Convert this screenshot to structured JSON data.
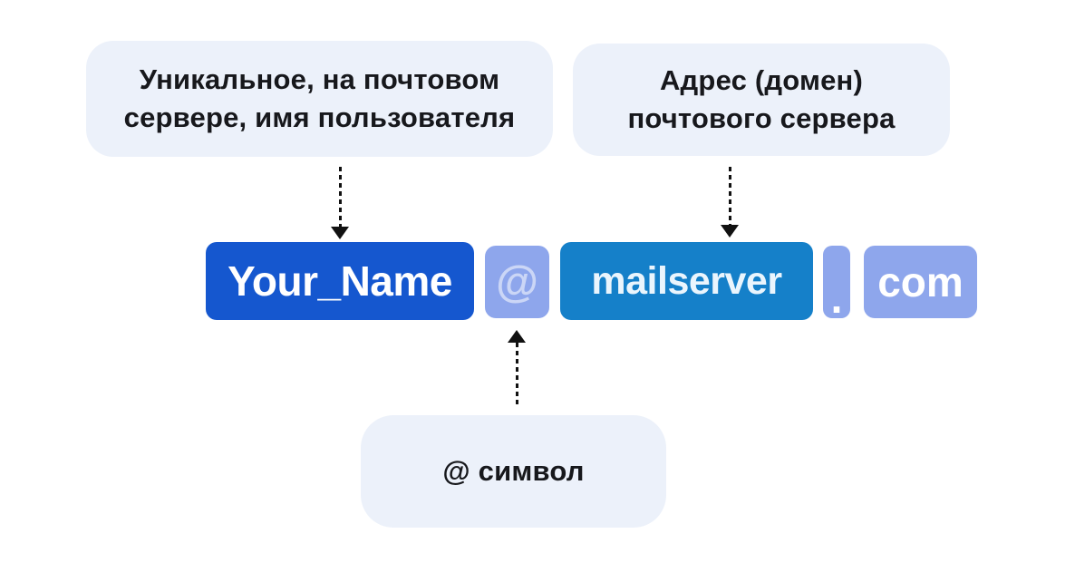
{
  "callouts": {
    "username": {
      "line1": "Уникальное, на почтовом",
      "line2": "сервере, имя пользователя"
    },
    "domain": {
      "line1": "Адрес (домен)",
      "line2": "почтового сервера"
    },
    "at_symbol": {
      "label": "@ символ"
    }
  },
  "email_parts": {
    "local": "Your_Name",
    "at": "@",
    "server": "mailserver",
    "separator": ".",
    "tld": "com"
  },
  "colors": {
    "local_box": "#1557CF",
    "server_box": "#1580C9",
    "light_box": "#8EA6EC",
    "at_glyph": "#CBD6F6",
    "server_text": "#EAF5FD",
    "callout_bg": "#ECF1FA",
    "callout_text": "#17181C",
    "arrow": "#111111",
    "background": "#FFFFFF"
  }
}
